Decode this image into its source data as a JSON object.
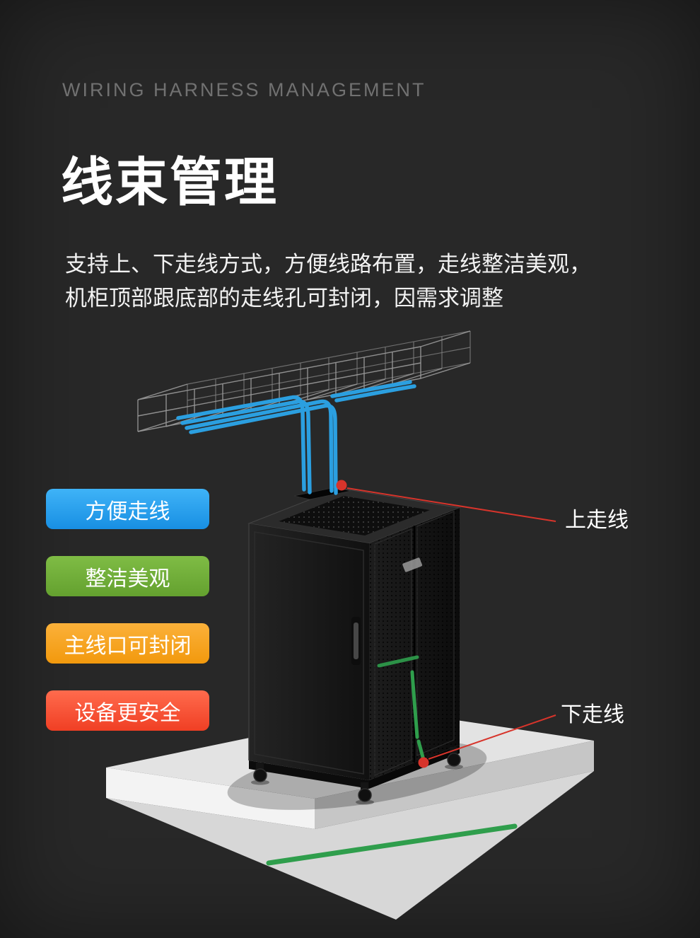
{
  "page": {
    "subtitle": "WIRING HARNESS MANAGEMENT",
    "title": "线束管理",
    "description": [
      "支持上、下走线方式，方便线路布置，走线整洁美观，",
      "机柜顶部跟底部的走线孔可封闭，因需求调整"
    ]
  },
  "badges": [
    {
      "label": "方便走线",
      "color": "#188fe3",
      "color_light": "#3fb3f7"
    },
    {
      "label": "整洁美观",
      "color": "#64a12f",
      "color_light": "#7fbc45"
    },
    {
      "label": "主线口可封闭",
      "color": "#f2990d",
      "color_light": "#fbb13a"
    },
    {
      "label": "设备更安全",
      "color": "#f03f24",
      "color_light": "#ff6b4d"
    }
  ],
  "callouts": {
    "top": {
      "label": "上走线"
    },
    "bottom": {
      "label": "下走线"
    }
  },
  "colors": {
    "background": "#282828",
    "callout_red": "#d7342b",
    "cable_blue": "#2b9fe0",
    "cable_green": "#2f9e4c",
    "floor_gray": "#e3e3e3"
  }
}
